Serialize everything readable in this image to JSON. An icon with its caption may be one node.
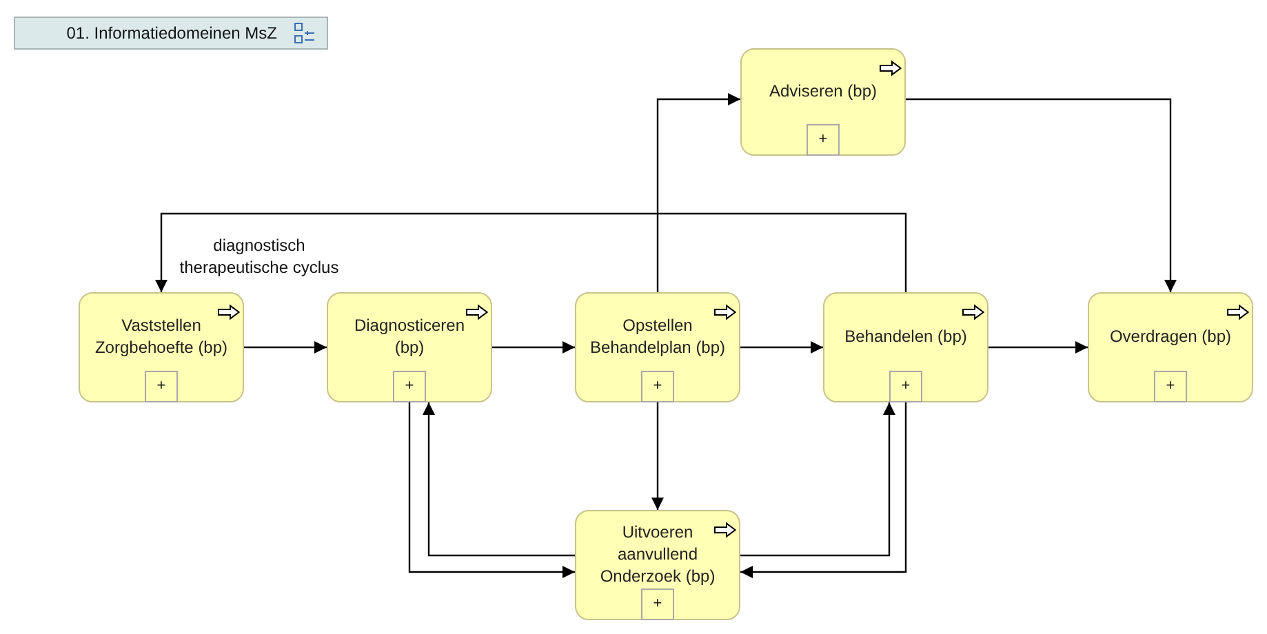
{
  "diagram": {
    "nodes": [
      {
        "text": [
          "01. Informatiedomeinen MsZ"
        ]
      },
      {
        "text": [
          "Vaststellen Zorgbehoefte (bp)",
          "+"
        ]
      },
      {
        "text": [
          "Diagnosticeren (bp)",
          "+"
        ]
      },
      {
        "text": [
          "Opstellen Behandelplan (bp)",
          "+"
        ]
      },
      {
        "text": [
          "Behandelen (bp)",
          "+"
        ]
      },
      {
        "text": [
          "Overdragen (bp)",
          "+"
        ]
      },
      {
        "text": [
          "Adviseren (bp)",
          "+"
        ]
      },
      {
        "text": [
          "Uitvoeren aanvullend Onderzoek (bp)",
          "+"
        ]
      }
    ],
    "edges": [
      {
        "from": 1,
        "to": 2,
        "arrow": "to"
      },
      {
        "from": 2,
        "to": 3,
        "arrow": "to"
      },
      {
        "from": 3,
        "to": 4,
        "arrow": "to"
      },
      {
        "from": 4,
        "to": 5,
        "arrow": "to"
      },
      {
        "from": 3,
        "to": 6,
        "arrow": "to"
      },
      {
        "from": 6,
        "to": 5,
        "arrow": "to"
      },
      {
        "from": 4,
        "to": 1,
        "arrow": "to",
        "label": "diagnostisch therapeutische cyclus"
      },
      {
        "from": 3,
        "to": 7,
        "arrow": "to"
      },
      {
        "from": 2,
        "to": 7,
        "arrow": "to"
      },
      {
        "from": 7,
        "to": 2,
        "arrow": "to"
      },
      {
        "from": 7,
        "to": 4,
        "arrow": "to"
      },
      {
        "from": 4,
        "to": 7,
        "arrow": "to"
      }
    ]
  }
}
